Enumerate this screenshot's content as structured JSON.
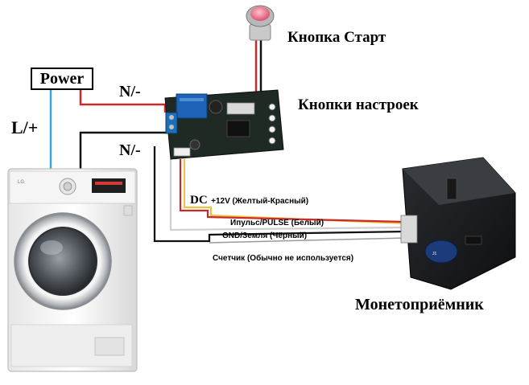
{
  "labels": {
    "power": "Power",
    "live": "L/+",
    "neutral_top": "N/-",
    "neutral_bottom": "N/-",
    "start_button": "Кнопка Старт",
    "settings_buttons": "Кнопки настроек",
    "dc_prefix": "DC",
    "dc_12v": "+12V (Желтый-Красный)",
    "pulse": "Ипульс/PULSE  (Белый)",
    "gnd": "GND/Земля (Чёрный)",
    "counter": "Счетчик (Обычно не используется)",
    "coin_acceptor": "Монетоприёмник"
  },
  "colors": {
    "wire_live": "#3aa6d8",
    "wire_red": "#cc2a2a",
    "wire_black": "#111111",
    "wire_yellow": "#e8c440",
    "wire_white": "#cfcfcf",
    "pcb": "#1f2a24",
    "relay": "#1f63b8",
    "start_button": "#e8738c"
  }
}
